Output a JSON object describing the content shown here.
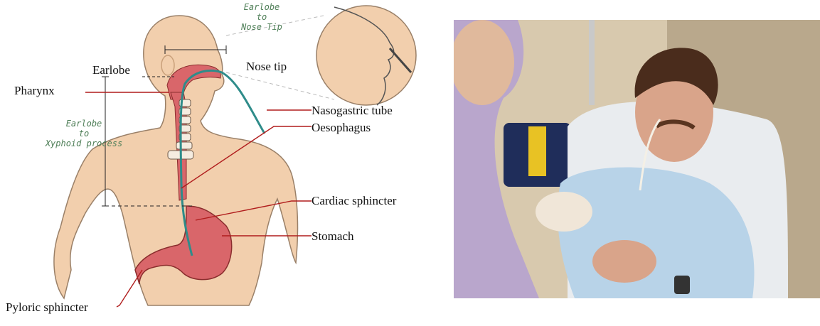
{
  "diagram": {
    "labels": {
      "earlobe": "Earlobe",
      "pharynx": "Pharynx",
      "nose_tip": "Nose tip",
      "nasogastric_tube": "Nasogastric tube",
      "oesophagus": "Oesophagus",
      "cardiac_sphincter": "Cardiac sphincter",
      "stomach": "Stomach",
      "pyloric_sphincter": "Pyloric sphincter"
    },
    "measurements": {
      "earlobe_to_nose_tip": [
        "Earlobe",
        "to",
        "Nose Tip"
      ],
      "earlobe_to_xyphoid": [
        "Earlobe",
        "to",
        "Xyphoid process"
      ]
    },
    "colors": {
      "skin": "#f2cfad",
      "skin_outline": "#9a8068",
      "organ": "#d9666a",
      "organ_outline": "#8a2d2d",
      "tube": "#2f8c8a",
      "leader": "#b01c1c",
      "measurement_text": "#4f7f58"
    }
  },
  "photo": {
    "subject": "patient with nasogastric tube in hospital bed"
  }
}
